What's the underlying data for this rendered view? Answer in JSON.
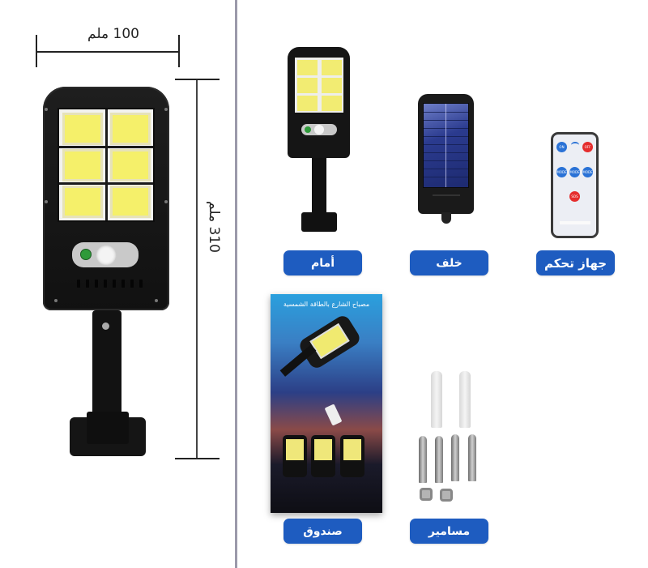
{
  "dimensions": {
    "width_label": "100 ملم",
    "height_label": "310 ملم"
  },
  "labels": {
    "front": "أمام",
    "back": "خلف",
    "remote": "جهاز تحكم",
    "box": "صندوق",
    "screws": "مسامير"
  },
  "box": {
    "title": "مصباح الشارع بالطاقة الشمسية"
  },
  "remote": {
    "buttons": [
      "ON",
      "OFF",
      "MODE",
      "MODE",
      "MODE",
      "SOS"
    ]
  },
  "colors": {
    "label_bg": "#1e5cc0",
    "label_text": "#ffffff",
    "divider": "#9b99aa",
    "led": "#f5f06a"
  }
}
